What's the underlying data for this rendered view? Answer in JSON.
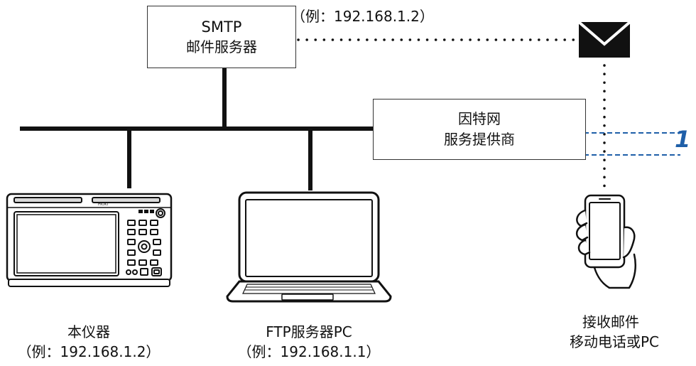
{
  "smtp": {
    "line1": "SMTP",
    "line2": "邮件服务器",
    "example": "（例：192.168.1.2）"
  },
  "isp": {
    "line1": "因特网",
    "line2": "服务提供商"
  },
  "step_number": "1",
  "instrument": {
    "logo": "HIOKI",
    "label": "本仪器",
    "example": "（例：192.168.1.2）"
  },
  "ftp": {
    "label": "FTP服务器PC",
    "example": "（例：192.168.1.1）"
  },
  "phone": {
    "line1": "接收邮件",
    "line2": "移动电话或PC"
  },
  "colors": {
    "line": "#111111",
    "dashed_accent": "#1f5fa8"
  }
}
